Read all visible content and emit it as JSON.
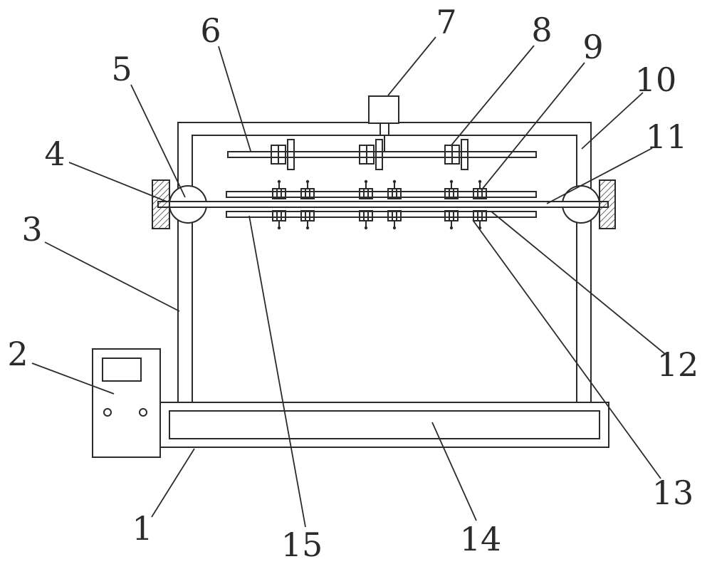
{
  "figure": {
    "type": "patent-line-drawing",
    "background": "#ffffff",
    "line_color": "#2b2b2b",
    "labels": [
      {
        "text": "1"
      },
      {
        "text": "2"
      },
      {
        "text": "3"
      },
      {
        "text": "4"
      },
      {
        "text": "5"
      },
      {
        "text": "6"
      },
      {
        "text": "7"
      },
      {
        "text": "8"
      },
      {
        "text": "9"
      },
      {
        "text": "10"
      },
      {
        "text": "11"
      },
      {
        "text": "12"
      },
      {
        "text": "13"
      },
      {
        "text": "14"
      },
      {
        "text": "15"
      }
    ]
  }
}
